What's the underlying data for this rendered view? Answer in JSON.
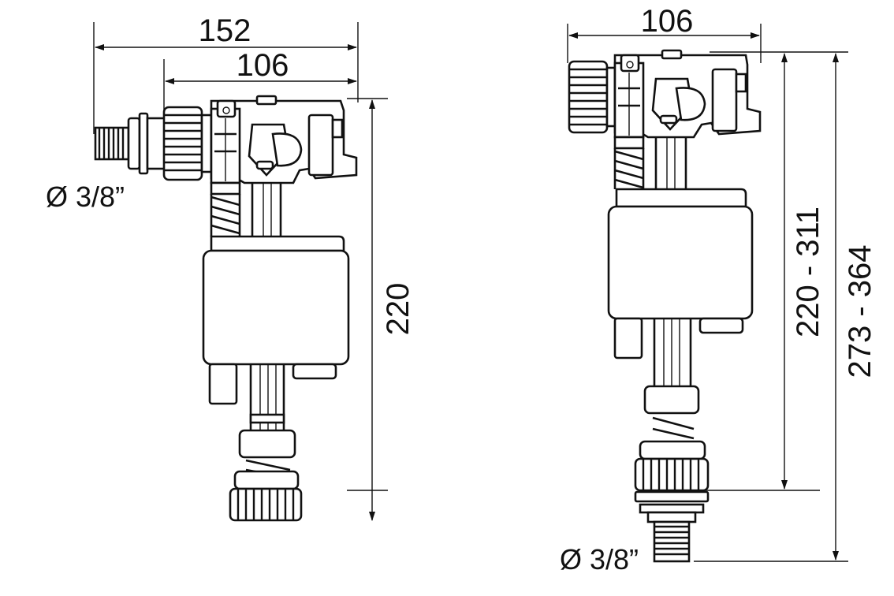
{
  "left_view": {
    "dim_overall_width": "152",
    "dim_body_width": "106",
    "dim_height": "220",
    "inlet_label": "Ø 3/8”"
  },
  "right_view": {
    "dim_body_width": "106",
    "dim_height_range": "220 - 311",
    "dim_total_height_range": "273 - 364",
    "inlet_label": "Ø 3/8”"
  }
}
